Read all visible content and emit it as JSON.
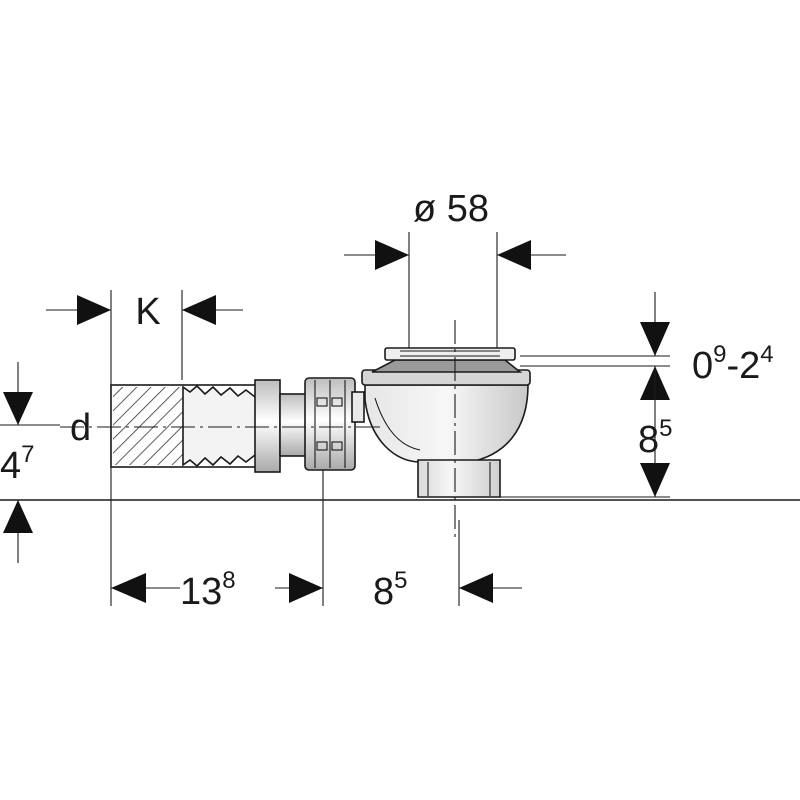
{
  "dimensions": {
    "diameter": {
      "label": "ø 58"
    },
    "k": {
      "label": "K"
    },
    "d": {
      "label": "d"
    },
    "height_left": {
      "base": "4",
      "sup": "7"
    },
    "grate_range": {
      "base1": "0",
      "sup1": "9",
      "sep": "-2",
      "sup2": "4"
    },
    "height_right": {
      "base": "8",
      "sup": "5"
    },
    "length": {
      "base": "13",
      "sup": "8"
    },
    "offset": {
      "base": "8",
      "sup": "5"
    }
  }
}
